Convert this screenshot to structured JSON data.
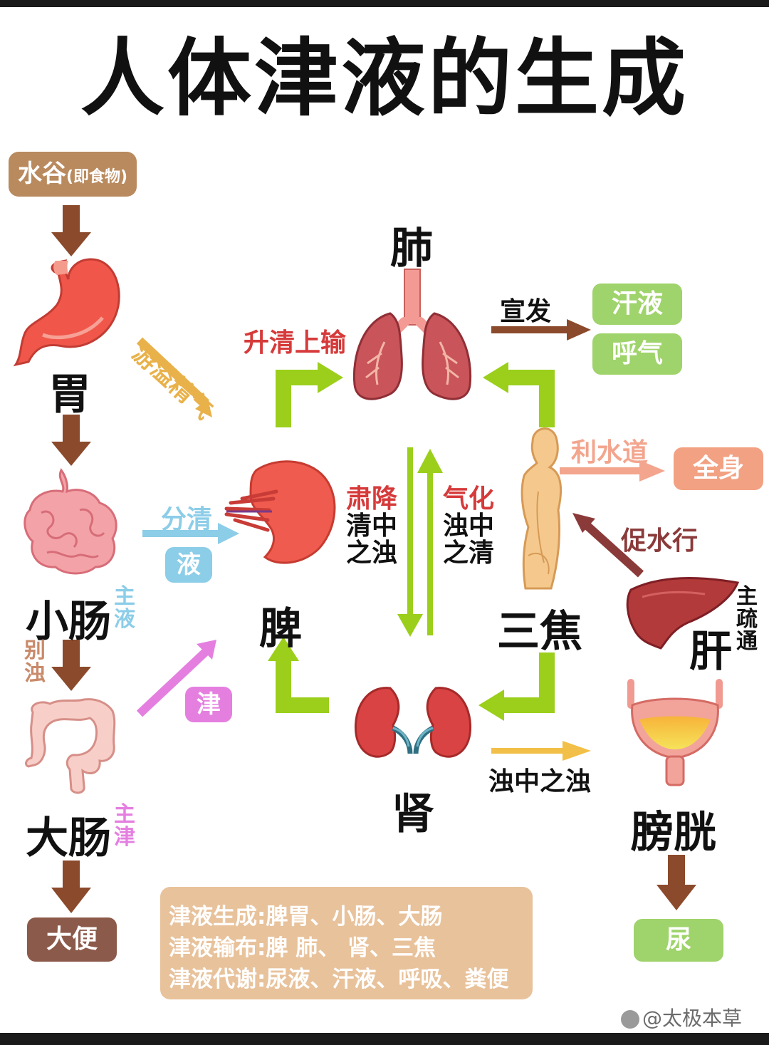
{
  "title": "人体津液的生成",
  "source_box": {
    "main": "水谷",
    "sub": "(即食物)"
  },
  "organs": {
    "stomach": "胃",
    "small_intestine": "小肠",
    "large_intestine": "大肠",
    "spleen": "脾",
    "lung": "肺",
    "sanjiao": "三焦",
    "liver": "肝",
    "kidney": "肾",
    "bladder": "膀胱"
  },
  "small_intestine_note": [
    "主",
    "液"
  ],
  "large_intestine_note": [
    "主",
    "津"
  ],
  "liver_note": [
    "主",
    "疏",
    "通"
  ],
  "bie_zhuo": [
    "别",
    "浊"
  ],
  "arrows": {
    "you_yi": "游溢精气",
    "fen_qing": "分清",
    "ye_badge": "液",
    "jin_badge": "津",
    "sheng_qing": "升清上输",
    "xuan_fa": "宣发",
    "li_shui_dao": "利水道",
    "cu_shui_xing": "促水行",
    "zhuo_zhong_zhi_zhuo": "浊中之浊"
  },
  "center": {
    "left_head": "肃降",
    "left_lines": [
      "清中",
      "之浊"
    ],
    "right_head": "气化",
    "right_lines": [
      "浊中",
      "之清"
    ]
  },
  "outputs": {
    "sweat": "汗液",
    "breath": "呼气",
    "whole_body": "全身",
    "stool": "大便",
    "urine": "尿"
  },
  "summary": [
    "津液生成:脾胃、小肠、大肠",
    "津液输布:脾 肺、 肾、三焦",
    "津液代谢:尿液、汗液、呼吸、粪便"
  ],
  "watermark": "@太极本草",
  "colors": {
    "brown_arrow": "#8b4a2b",
    "green_arrow": "#9bcf1b",
    "source_box": "#b98a5e",
    "green_pill": "#9fd36b",
    "salmon_pill": "#f2a182",
    "stool_pill": "#8c5a4a",
    "summary_box": "#e8c29b",
    "red_text": "#d63a3a",
    "blue": "#8ccde8",
    "pink": "#e47fe0"
  }
}
